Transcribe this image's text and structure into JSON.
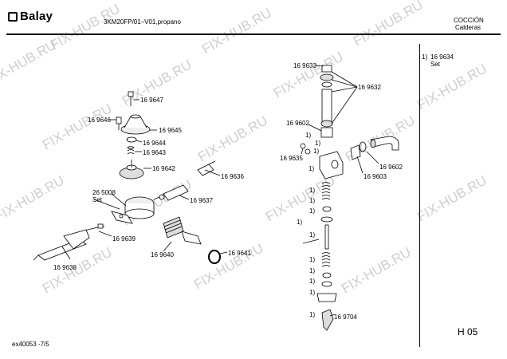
{
  "header": {
    "brand": "Balay",
    "model": "3KM20FP/01–V01,propano",
    "category": "COCCIÓN",
    "subcategory": "Calderas"
  },
  "footer": {
    "doc_id": "ex40053 -7/5",
    "page_code": "H 05"
  },
  "side_note": {
    "ref": "1)",
    "part": "16 9634",
    "set": "Set"
  },
  "watermark": "FIX-HUB.RU",
  "left_labels": {
    "p9647": "16 9647",
    "p9646": "16 9646",
    "p9645": "16 9645",
    "p9644": "16 9644",
    "p9643": "16 9643",
    "p9642": "16 9642",
    "p9636": "16 9636",
    "p5008": "26 5008",
    "set": "Set",
    "p9637": "16 9637",
    "p9639": "16 9639",
    "p9641": "16 9641",
    "p9640": "16 9640",
    "p9638": "16 9638"
  },
  "right_labels": {
    "p9633": "16 9633",
    "p9632": "16 9632",
    "p9602a": "16 9602",
    "p9635": "16 9635",
    "p9602b": "16 9602",
    "p9603": "16 9603",
    "p9704": "16 9704",
    "note": "1)"
  }
}
